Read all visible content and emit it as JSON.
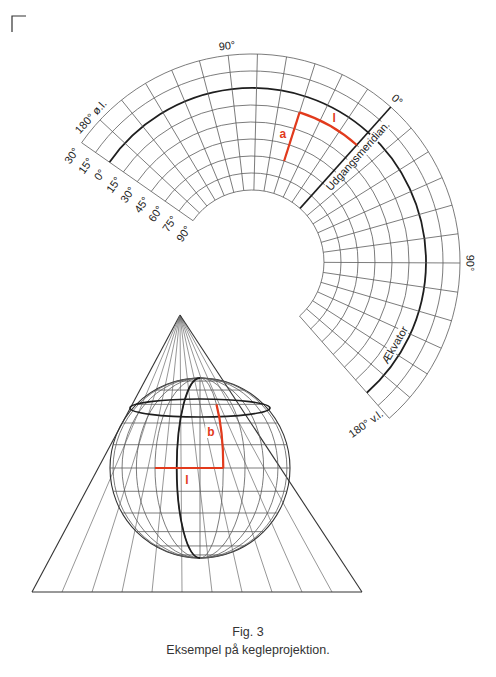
{
  "diagram": {
    "caption": "Eksempel på kegleprojektion.",
    "labels": [
      "30°",
      "180° ø.l.",
      "15°",
      "0°",
      "15°",
      "30°",
      "45°",
      "60°",
      "75°",
      "90°",
      "90°",
      "a",
      "l",
      "0°",
      "Udgangsmeridian.",
      "90°",
      "Ækvator",
      "180° v.l.",
      "b",
      "l",
      "Fig. 3"
    ]
  }
}
